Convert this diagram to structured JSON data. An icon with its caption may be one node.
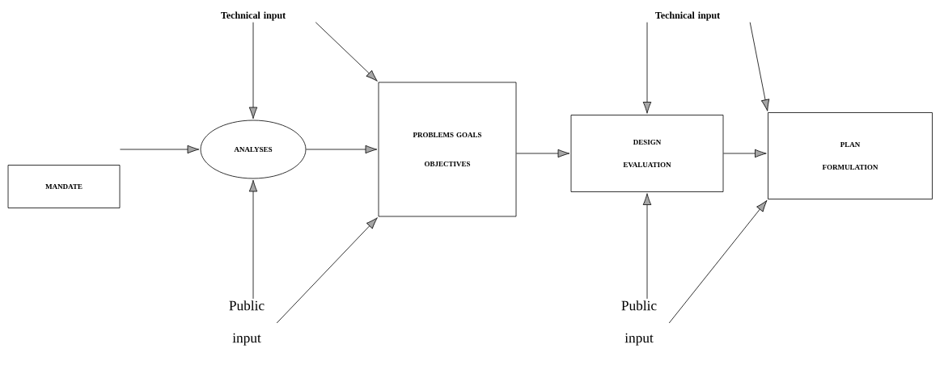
{
  "diagram": {
    "nodes": [
      {
        "text": [
          "MANDATE"
        ]
      },
      {
        "text": [
          "ANALYSES"
        ]
      },
      {
        "text": [
          "PROBLEMS GOALS OBJECTIVES"
        ]
      },
      {
        "text": [
          "DESIGN EVALUATION"
        ]
      },
      {
        "text": [
          "PLAN FORMULATION"
        ]
      },
      {
        "text": [
          "Technical input"
        ]
      },
      {
        "text": [
          "Technical input"
        ]
      },
      {
        "text": [
          "Public input"
        ]
      },
      {
        "text": [
          "Public input"
        ]
      }
    ],
    "edges": [
      {
        "from": 0,
        "to": 1,
        "arrow": "to"
      },
      {
        "from": 1,
        "to": 2,
        "arrow": "to"
      },
      {
        "from": 2,
        "to": 3,
        "arrow": "to"
      },
      {
        "from": 3,
        "to": 4,
        "arrow": "to"
      },
      {
        "from": 5,
        "to": 1,
        "arrow": "to"
      },
      {
        "from": 5,
        "to": 2,
        "arrow": "to"
      },
      {
        "from": 6,
        "to": 3,
        "arrow": "to"
      },
      {
        "from": 6,
        "to": 4,
        "arrow": "to"
      },
      {
        "from": 7,
        "to": 1,
        "arrow": "to"
      },
      {
        "from": 7,
        "to": 2,
        "arrow": "to"
      },
      {
        "from": 8,
        "to": 3,
        "arrow": "to"
      },
      {
        "from": 8,
        "to": 4,
        "arrow": "to"
      }
    ]
  }
}
